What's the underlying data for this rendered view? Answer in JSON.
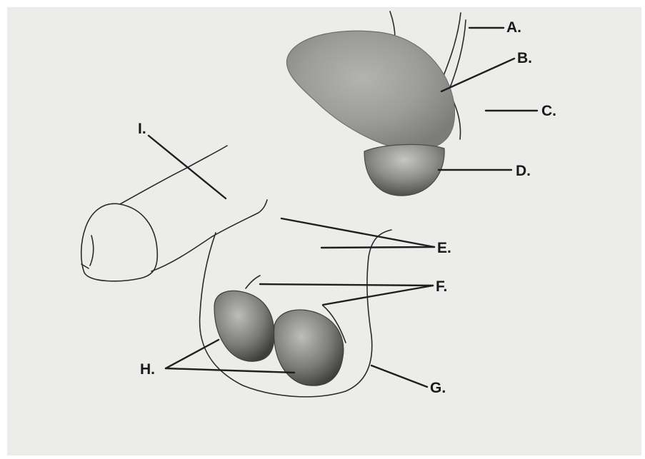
{
  "labels": {
    "a": "A.",
    "b": "B.",
    "c": "C.",
    "d": "D.",
    "e": "E.",
    "f": "F.",
    "g": "G.",
    "h": "H.",
    "i": "I."
  },
  "colors": {
    "background": "#ececea",
    "ink": "#1f1f1f"
  }
}
